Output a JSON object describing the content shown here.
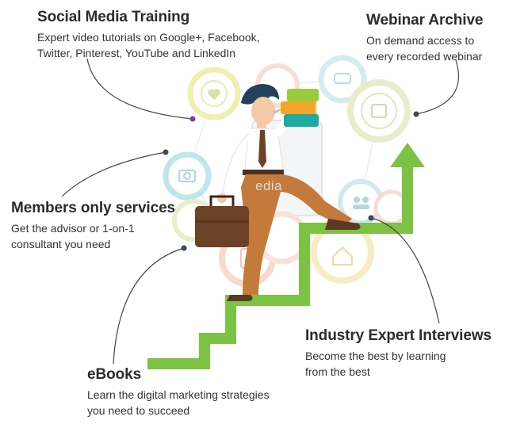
{
  "features": {
    "social": {
      "title": "Social Media Training",
      "desc_line1": "Expert video tutorials on Google+, Facebook,",
      "desc_line2": "Twitter, Pinterest, YouTube and LinkedIn"
    },
    "webinar": {
      "title": "Webinar Archive",
      "desc_line1": "On demand access to",
      "desc_line2": "every recorded webinar"
    },
    "members": {
      "title": "Members only services",
      "desc_line1": "Get the advisor or 1-on-1",
      "desc_line2": "consultant you need"
    },
    "industry": {
      "title": "Industry Expert Interviews",
      "desc_line1": "Become the best by learning",
      "desc_line2": "from the best"
    },
    "ebooks": {
      "title": "eBooks",
      "desc_line1": "Learn the digital marketing strategies",
      "desc_line2": "you need to succeed"
    }
  },
  "watermark_text": "edia",
  "colors": {
    "stairs": "#7cc243",
    "connector_line": "#444444",
    "accent_dot_purple": "#7b3fa0",
    "accent_dot_dark": "#3a4a5a",
    "book_green": "#9acb3c",
    "book_orange": "#f4a52a",
    "book_teal": "#1fa9a0",
    "briefcase": "#6b4226",
    "trousers": "#c47a3a",
    "hair": "#24405a"
  },
  "icons": [
    "heart-icon",
    "camera-icon",
    "chat-bubble-icon",
    "video-player-icon",
    "people-icon",
    "home-icon",
    "monitor-icon",
    "phone-icon"
  ]
}
